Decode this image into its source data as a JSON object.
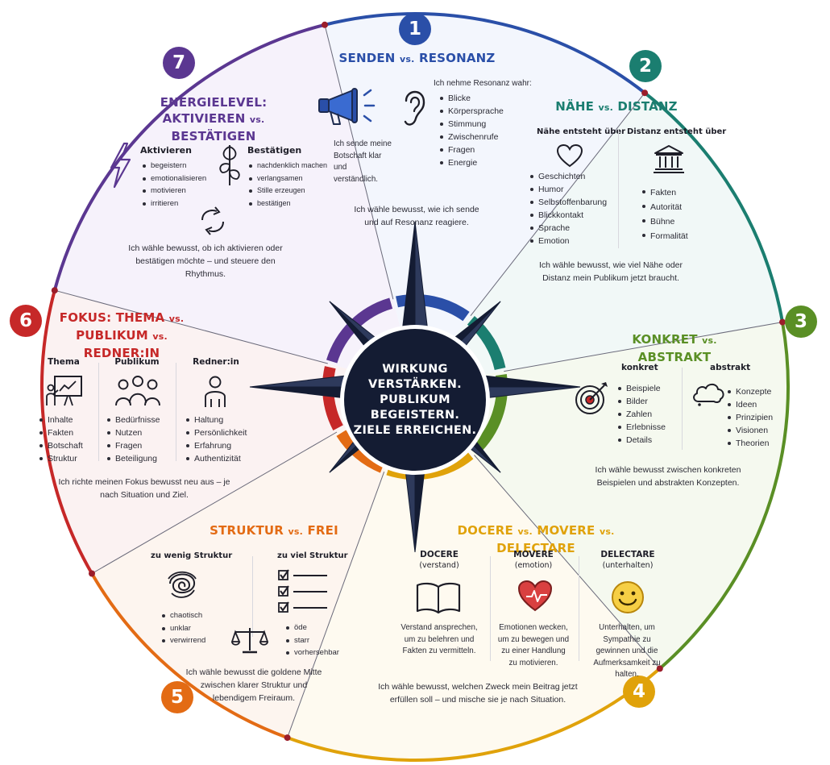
{
  "center": {
    "lines": [
      "WIRKUNG",
      "VERSTÄRKEN.",
      "PUBLIKUM",
      "BEGEISTERN.",
      "ZIELE ERREICHEN."
    ]
  },
  "colors": {
    "s1": "#2a4fa8",
    "s2": "#1b7e70",
    "s3": "#5a8f25",
    "s4": "#e0a20a",
    "s5": "#e36b14",
    "s6": "#c62828",
    "s7": "#5b3791"
  },
  "sections": {
    "s1": {
      "number": "1",
      "title_a": "SENDEN",
      "vs": "vs.",
      "title_b": "RESONANZ",
      "sender_text": "Ich sende meine Botschaft klar und verständlich.",
      "resonance_heading": "Ich nehme Resonanz wahr:",
      "resonance_items": [
        "Blicke",
        "Körpersprache",
        "Stimmung",
        "Zwischenrufe",
        "Fragen",
        "Energie"
      ],
      "summary": "Ich wähle bewusst, wie ich sende und auf Resonanz reagiere.",
      "icons": [
        "megaphone-icon",
        "ear-icon"
      ]
    },
    "s2": {
      "number": "2",
      "title_a": "NÄHE",
      "vs": "vs.",
      "title_b": "DISTANZ",
      "near_heading": "Nähe entsteht über",
      "near_items": [
        "Geschichten",
        "Humor",
        "Selbstoffenbarung",
        "Blickkontakt",
        "Sprache",
        "Emotion"
      ],
      "far_heading": "Distanz entsteht über",
      "far_items": [
        "Fakten",
        "Autorität",
        "Bühne",
        "Formalität"
      ],
      "summary": "Ich wähle bewusst, wie viel Nähe oder Distanz mein Publikum jetzt braucht.",
      "icons": [
        "heart-icon",
        "pillars-building-icon"
      ]
    },
    "s3": {
      "number": "3",
      "title_a": "KONKRET",
      "vs": "vs.",
      "title_b": "ABSTRAKT",
      "concrete_heading": "konkret",
      "concrete_items": [
        "Beispiele",
        "Bilder",
        "Zahlen",
        "Erlebnisse",
        "Details"
      ],
      "abstract_heading": "abstrakt",
      "abstract_items": [
        "Konzepte",
        "Ideen",
        "Prinzipien",
        "Visionen",
        "Theorien"
      ],
      "summary": "Ich wähle bewusst zwischen konkreten Beispielen und abstrakten Konzepten.",
      "icons": [
        "target-icon",
        "cloud-icon"
      ]
    },
    "s4": {
      "number": "4",
      "title": "DOCERE vs. MOVERE vs. DELECTARE",
      "t1": "DOCERE",
      "vs1": "vs.",
      "t2": "MOVERE",
      "vs2": "vs.",
      "t3": "DELECTARE",
      "col1_heading": "DOCERE",
      "col1_sub": "(verstand)",
      "col1_text": "Verstand ansprechen, um zu belehren und Fakten zu vermitteln.",
      "col2_heading": "MOVERE",
      "col2_sub": "(emotion)",
      "col2_text": "Emotionen wecken, um zu bewegen und zu einer Handlung zu motivieren.",
      "col3_heading": "DELECTARE",
      "col3_sub": "(unterhalten)",
      "col3_text": "Unterhalten, um Sympathie zu gewinnen und die Aufmerksamkeit zu halten.",
      "summary": "Ich wähle bewusst, welchen Zweck mein Beitrag jetzt erfüllen soll – und mische sie je nach Situation.",
      "icons": [
        "open-book-icon",
        "heart-icon",
        "smiley-icon"
      ]
    },
    "s5": {
      "number": "5",
      "title_a": "STRUKTUR",
      "vs": "vs.",
      "title_b": "FREI",
      "left_heading": "zu wenig Struktur",
      "left_items": [
        "chaotisch",
        "unklar",
        "verwirrend"
      ],
      "right_heading": "zu viel Struktur",
      "right_items": [
        "öde",
        "starr",
        "vorhersehbar"
      ],
      "summary": "Ich wähle bewusst die goldene Mitte zwischen klarer Struktur und lebendigem Freiraum.",
      "icons": [
        "tangle-icon",
        "checklist-icon",
        "scale-icon"
      ]
    },
    "s6": {
      "number": "6",
      "title_line1": "FOKUS: THEMA",
      "vs1": "vs.",
      "title_line2a": "PUBLIKUM",
      "vs2": "vs.",
      "title_line2b": "REDNER:IN",
      "col1_heading": "Thema",
      "col1_items": [
        "Inhalte",
        "Fakten",
        "Botschaft",
        "Struktur"
      ],
      "col2_heading": "Publikum",
      "col2_items": [
        "Bedürfnisse",
        "Nutzen",
        "Fragen",
        "Beteiligung"
      ],
      "col3_heading": "Redner:in",
      "col3_items": [
        "Haltung",
        "Persönlichkeit",
        "Erfahrung",
        "Authentizität"
      ],
      "summary": "Ich richte meinen Fokus bewusst neu aus – je nach Situation und Ziel.",
      "icons": [
        "presentation-board-icon",
        "audience-icon",
        "speaker-icon"
      ]
    },
    "s7": {
      "number": "7",
      "title_line1": "ENERGIELEVEL:",
      "title_line2a": "AKTIVIEREN",
      "vs": "vs.",
      "title_line2b": "BESTÄTIGEN",
      "left_heading": "Aktivieren",
      "left_items": [
        "begeistern",
        "emotionalisieren",
        "motivieren",
        "irritieren"
      ],
      "right_heading": "Bestätigen",
      "right_items": [
        "nachdenklich machen",
        "verlangsamen",
        "Stille erzeugen",
        "bestätigen"
      ],
      "summary": "Ich wähle bewusst, ob ich aktivieren oder bestätigen möchte – und steuere den Rhythmus.",
      "icons": [
        "lightning-icon",
        "leaf-icon",
        "cycle-arrows-icon"
      ]
    }
  }
}
